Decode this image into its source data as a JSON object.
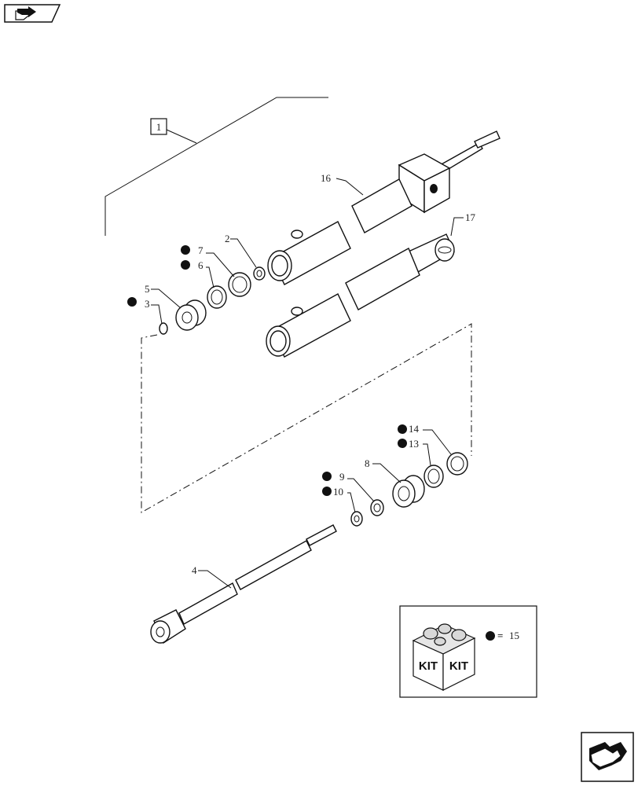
{
  "assembly_ref": "1",
  "labels": {
    "p2": "2",
    "p3": "3",
    "p4": "4",
    "p5": "5",
    "p6": "6",
    "p7": "7",
    "p8": "8",
    "p9": "9",
    "p10": "10",
    "p13": "13",
    "p14": "14",
    "p16": "16",
    "p17": "17"
  },
  "kit": {
    "word_left": "KIT",
    "word_right": "KIT",
    "legend_symbol": "=",
    "legend_ref": "15"
  },
  "icons": {
    "prev": "prev-page-icon",
    "next": "next-page-icon"
  },
  "colors": {
    "ink": "#111111",
    "paper": "#ffffff"
  }
}
